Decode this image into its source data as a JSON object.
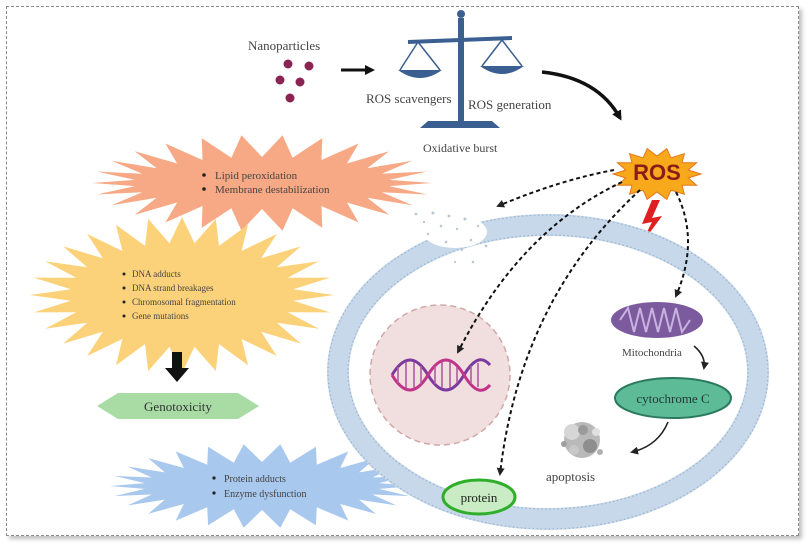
{
  "labels": {
    "nanoparticles": "Nanoparticles",
    "ros_scavengers": "ROS scavengers",
    "ros_generation": "ROS generation",
    "oxidative_burst": "Oxidative burst",
    "ros": "ROS",
    "mitochondria": "Mitochondria",
    "cytochrome": "cytochrome C",
    "apoptosis": "apoptosis",
    "protein": "protein",
    "genotoxicity": "Genotoxicity"
  },
  "lipid_box": {
    "items": [
      "Lipid peroxidation",
      "Membrane destabilization"
    ]
  },
  "dna_box": {
    "items": [
      "DNA adducts",
      "DNA strand breakages",
      "Chromosomal fragmentation",
      "Gene mutations"
    ]
  },
  "protein_box": {
    "items": [
      "Protein adducts",
      "Enzyme dysfunction"
    ]
  },
  "colors": {
    "lipid_burst": "#f7a985",
    "dna_burst": "#fbd27a",
    "protein_burst": "#a8c8ee",
    "genotoxicity_hex": "#a8dca4",
    "ros_burst": "#f7a81b",
    "ros_text": "#8b1a1a",
    "membrane": "#c6d8ea",
    "nucleus": "#f1dede",
    "mitochondria": "#7b5a9e",
    "cytochrome": "#5dbb98",
    "protein": "#3fb83a",
    "scale": "#3c5f91",
    "nanoparticle": "#8a2553",
    "lightning": "#e02020"
  }
}
